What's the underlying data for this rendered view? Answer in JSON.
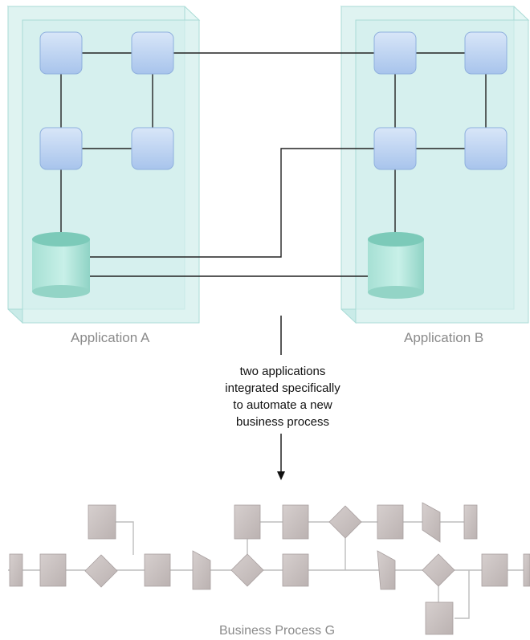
{
  "application_a": {
    "label": "Application A"
  },
  "application_b": {
    "label": "Application B"
  },
  "integration_note": {
    "line1": "two applications",
    "line2": "integrated specifically",
    "line3": "to automate a new",
    "line4": "business process"
  },
  "business_process": {
    "label": "Business Process G"
  },
  "colors": {
    "app_panel": "#d6f0ef",
    "component_box": "#b9d3f2",
    "database": "#9fdcd0",
    "process_shape": "#c9c1c0",
    "connector_line": "#222222",
    "process_line": "#bdbdbd"
  }
}
